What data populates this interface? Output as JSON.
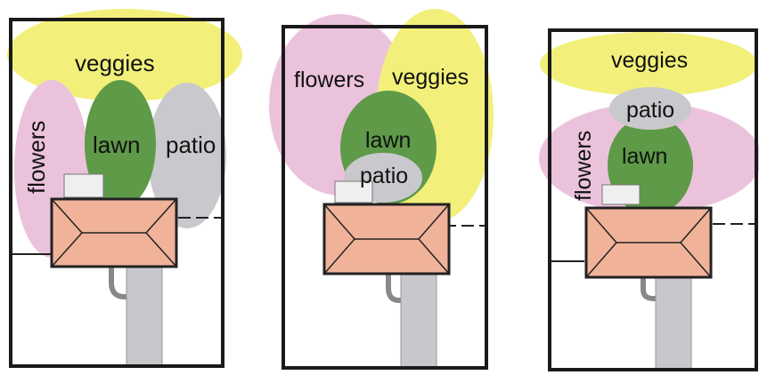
{
  "colors": {
    "veggies": "#f2f07a",
    "flowers": "#ebc2dc",
    "lawn": "#5e9a48",
    "patio": "#c9c9cd",
    "house": "#f0b39a",
    "driveway": "#c8c8cc",
    "outline": "#222222",
    "structure": "#efefef"
  },
  "plans": [
    {
      "zones": {
        "veggies": "veggies",
        "flowers": "flowers",
        "lawn": "lawn",
        "patio": "patio"
      }
    },
    {
      "zones": {
        "veggies": "veggies",
        "flowers": "flowers",
        "lawn": "lawn",
        "patio": "patio"
      }
    },
    {
      "zones": {
        "veggies": "veggies",
        "flowers": "flowers",
        "lawn": "lawn",
        "patio": "patio"
      }
    }
  ]
}
